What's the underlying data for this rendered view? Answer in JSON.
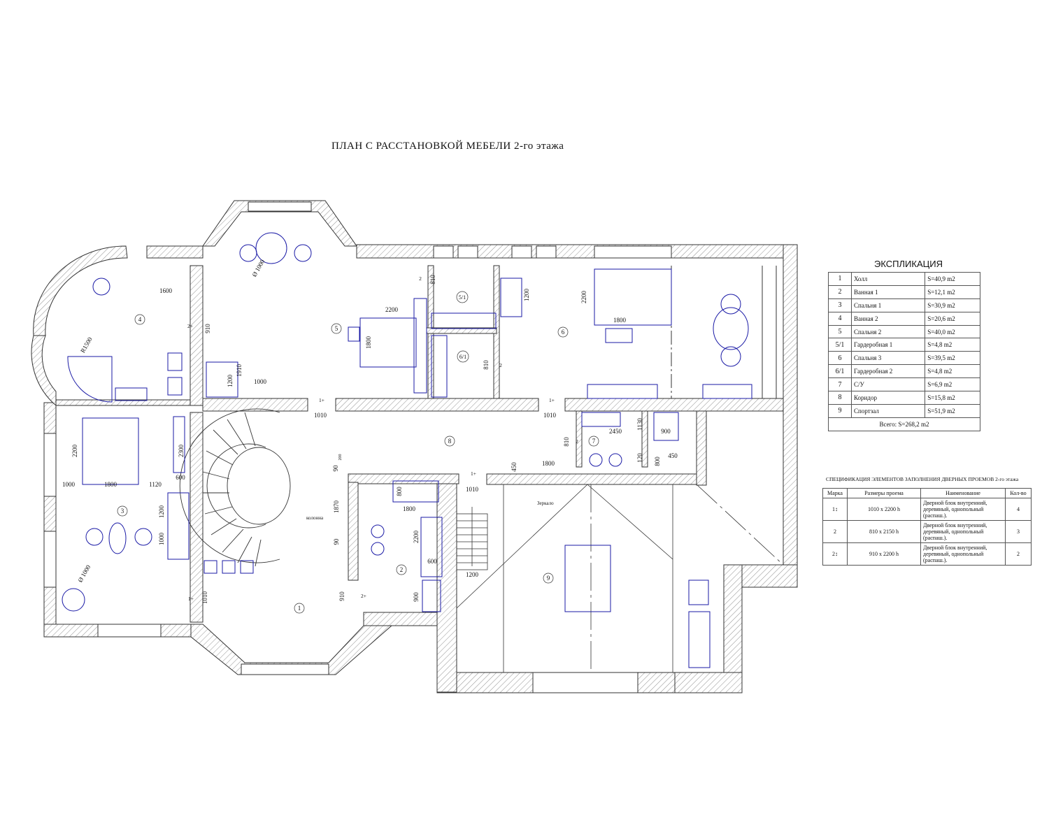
{
  "title": "ПЛАН  С  РАССТАНОВКОЙ  МЕБЕЛИ  2-го этажа",
  "explication": {
    "title": "ЭКСПЛИКАЦИЯ",
    "rows": [
      {
        "n": "1",
        "name": "Холл",
        "area": "S=40,9 m2"
      },
      {
        "n": "2",
        "name": "Ванная 1",
        "area": "S=12,1 m2"
      },
      {
        "n": "3",
        "name": "Спальня 1",
        "area": "S=30,9 m2"
      },
      {
        "n": "4",
        "name": "Ванная 2",
        "area": "S=20,6 m2"
      },
      {
        "n": "5",
        "name": "Спальня 2",
        "area": "S=40,0 m2"
      },
      {
        "n": "5/1",
        "name": "Гардеробная 1",
        "area": "S=4,8 m2"
      },
      {
        "n": "6",
        "name": "Спальня 3",
        "area": "S=39,5 m2"
      },
      {
        "n": "6/1",
        "name": "Гардеробная 2",
        "area": "S=4,8 m2"
      },
      {
        "n": "7",
        "name": "С/У",
        "area": "S=6,9 m2"
      },
      {
        "n": "8",
        "name": "Коридор",
        "area": "S=15,8 m2"
      },
      {
        "n": "9",
        "name": "Спортзал",
        "area": "S=51,9 m2"
      }
    ],
    "total": "Всего:  S=268,2 m2"
  },
  "spec": {
    "title": "СПЕЦИФИКАЦИЯ ЭЛЕМЕНТОВ ЗАПОЛНЕНИЯ ДВЕРНЫХ ПРОЕМОВ    2-го этажа",
    "headers": [
      "Марка",
      "Размеры проема",
      "Наименование",
      "Кол-во"
    ],
    "rows": [
      {
        "mark": "1↕",
        "size": "1010 х 2200 h",
        "name": "Дверной блок внутренний, деревяный, однопольный (распаш.).",
        "qty": "4"
      },
      {
        "mark": "2",
        "size": "810 х 2150 h",
        "name": "Дверной блок внутренний, деревяный, однопольный (распаш.).",
        "qty": "3"
      },
      {
        "mark": "2↕",
        "size": "910 х 2200 h",
        "name": "Дверной блок внутренний, деревяный, однопольный (распаш.).",
        "qty": "2"
      }
    ]
  },
  "plan": {
    "room_numbers": [
      "1",
      "2",
      "3",
      "4",
      "5",
      "5/1",
      "6",
      "6/1",
      "7",
      "8",
      "9"
    ],
    "dimensions": [
      "1600",
      "910",
      "1910",
      "1200",
      "1000",
      "2200",
      "1800",
      "810",
      "1200",
      "2200",
      "1800",
      "810",
      "1010",
      "1010",
      "1010",
      "2450",
      "1130",
      "900",
      "120",
      "800",
      "450",
      "810",
      "1800",
      "450",
      "2300",
      "2200",
      "1800",
      "1000",
      "1120",
      "600",
      "1200",
      "1000",
      "90",
      "200",
      "1870",
      "90",
      "800",
      "1800",
      "2200",
      "600",
      "900",
      "910",
      "1010",
      "1200",
      "R1500",
      "Ø 1000",
      "Ø 1000"
    ],
    "door_marks": [
      "2",
      "2+",
      "1+",
      "1+",
      "2",
      "1+",
      "2",
      "1+",
      "2+",
      "1+"
    ],
    "labels": {
      "zerkalo": "Зеркало",
      "kolonna": "колонна"
    },
    "wall_color": "#333333",
    "furniture_color": "#1a1aa6"
  }
}
